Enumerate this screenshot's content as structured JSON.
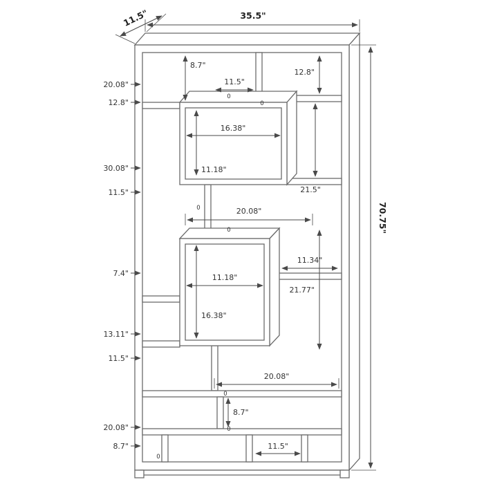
{
  "labels": {
    "overall": {
      "width": "35.5\"",
      "depth": "11.5\"",
      "height": "70.75\""
    },
    "left_column": {
      "l1": "20.08\"",
      "l2": "12.8\"",
      "l3": "30.08\"",
      "l4": "11.5\"",
      "l5": "7.4\"",
      "l6": "13.11\"",
      "l7": "11.5\"",
      "l8": "20.08\"",
      "l9": "8.7\""
    },
    "interior": {
      "top_left_height": "8.7\"",
      "top_center_width": "11.5\"",
      "top_right_height": "12.8\"",
      "upper_box_width": "16.38\"",
      "upper_box_height": "11.18\"",
      "upper_right_height": "21.5\"",
      "center_span_width": "20.08\"",
      "mid_right_shelf_width": "11.34\"",
      "middle_box_width": "11.18\"",
      "lower_right_height": "21.77\"",
      "middle_box_height": "16.38\"",
      "lower_span_width": "20.08\"",
      "lower_divider_height": "8.7\"",
      "bottom_right_width": "11.5\""
    },
    "zero": "0"
  }
}
